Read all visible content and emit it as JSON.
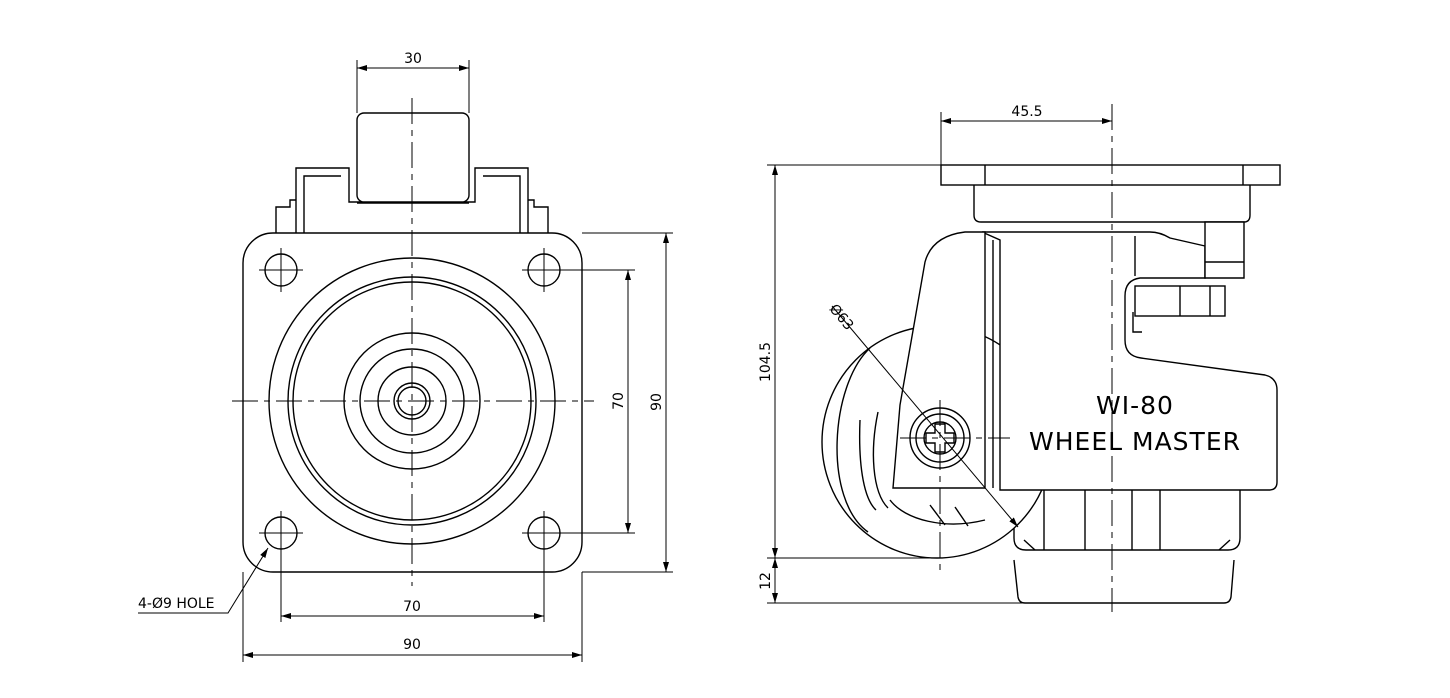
{
  "front_view": {
    "dim_top_width": "30",
    "dim_hole_spacing_vertical": "70",
    "dim_plate_height": "90",
    "dim_hole_spacing_horizontal": "70",
    "dim_plate_width": "90",
    "hole_callout": "4-Ø9 HOLE"
  },
  "side_view": {
    "dim_axis_offset": "45.5",
    "dim_total_height": "104.5",
    "dim_floor_clearance": "12",
    "dim_wheel_diameter": "Ø63",
    "model_label": "WI-80",
    "brand_label": "WHEEL MASTER"
  }
}
